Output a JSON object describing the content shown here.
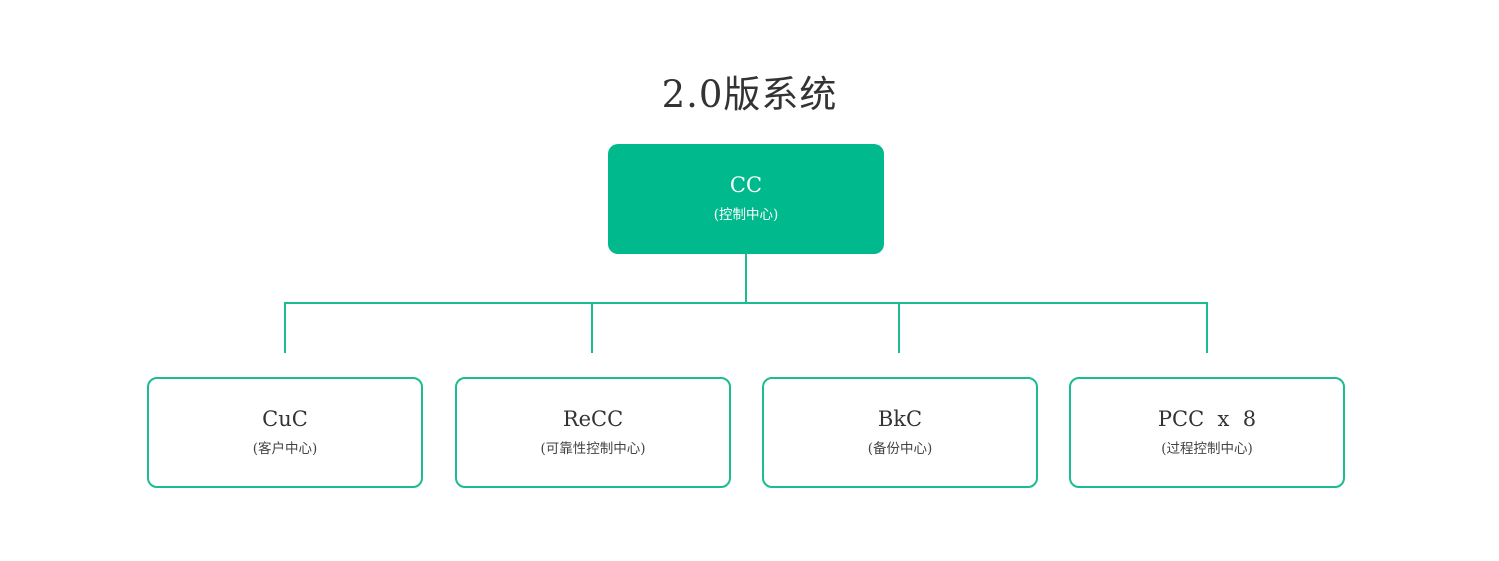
{
  "title": "2.0版系统",
  "colors": {
    "node_fill": "#00ba8d",
    "line": "#1bbc90",
    "title_text": "#333333",
    "node_text": "#ffffff",
    "child_text": "#333333",
    "child_subtext": "#444444",
    "background": "#ffffff"
  },
  "tree": {
    "root": {
      "label": "CC",
      "sublabel": "(控制中心)"
    },
    "children": [
      {
        "label": "CuC",
        "sublabel": "(客户中心)"
      },
      {
        "label": "ReCC",
        "sublabel": "(可靠性控制中心)"
      },
      {
        "label": "BkC",
        "sublabel": "(备份中心)"
      },
      {
        "label": "PCC  x  8",
        "sublabel": "(过程控制中心)"
      }
    ]
  }
}
